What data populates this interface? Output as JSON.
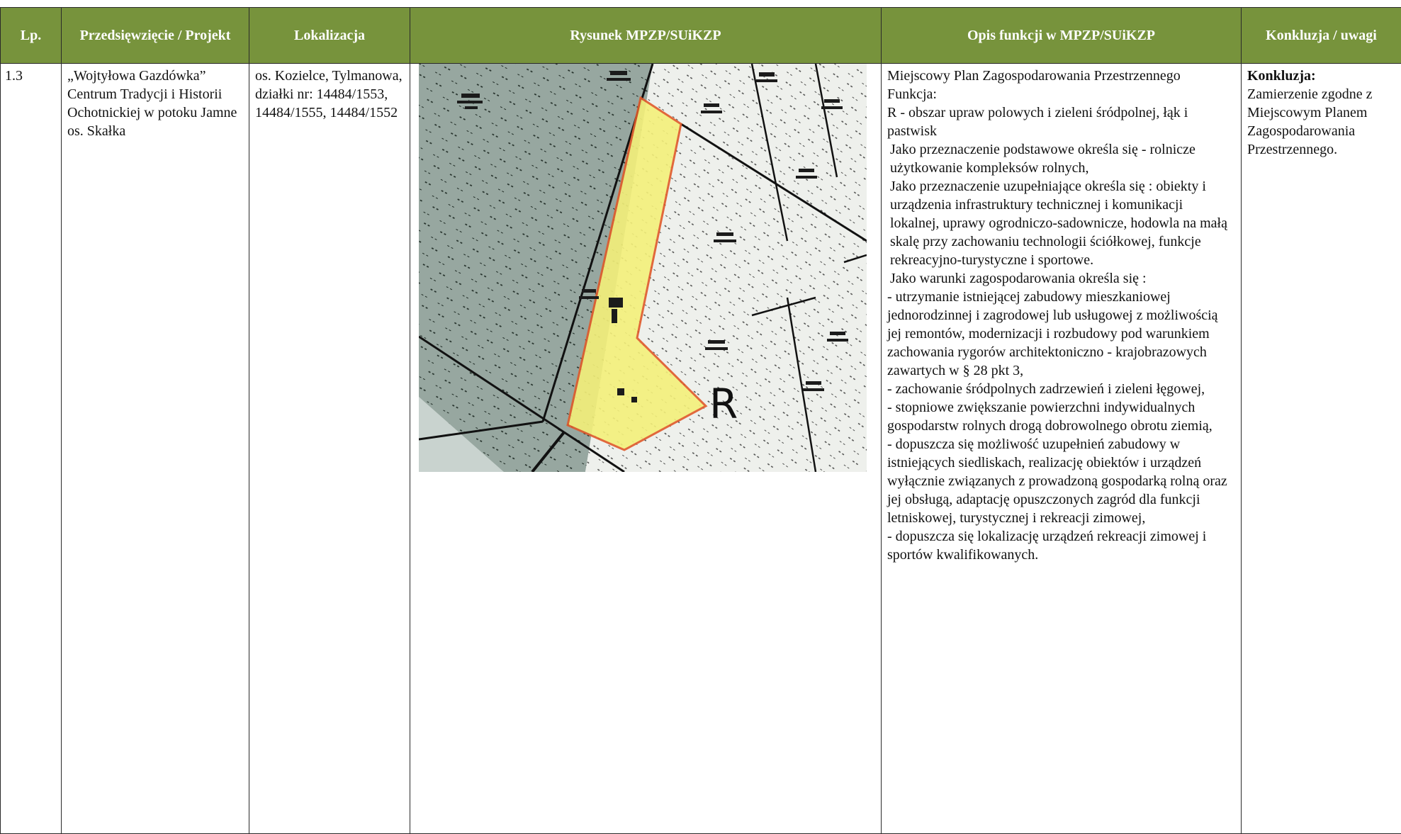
{
  "header": {
    "lp": "Lp.",
    "project": "Przedsięwzięcie / Projekt",
    "location": "Lokalizacja",
    "drawing": "Rysunek MPZP/SUiKZP",
    "description": "Opis funkcji w MPZP/SUiKZP",
    "conclusion": "Konkluzja / uwagi"
  },
  "row": {
    "lp": "1.3",
    "project": "„Wojtyłowa Gazdówka” Centrum Tradycji i Historii Ochotnickiej w potoku Jamne os. Skałka",
    "location": "os. Kozielce, Tylmanowa, działki nr: 14484/1553, 14484/1555, 14484/1552",
    "map_symbol": "R",
    "description": [
      "Miejscowy Plan Zagospodarowania Przestrzennego",
      "Funkcja:",
      "R - obszar upraw polowych i zieleni śródpolnej, łąk i pastwisk",
      " Jako przeznaczenie podstawowe określa się  - rolnicze użytkowanie kompleksów rolnych,",
      " Jako przeznaczenie uzupełniające określa się : obiekty i urządzenia infrastruktury technicznej i komunikacji lokalnej, uprawy ogrodniczo-sadownicze, hodowla na małą skalę przy zachowaniu technologii ściółkowej, funkcje rekreacyjno-turystyczne i sportowe.",
      " Jako warunki zagospodarowania określa się :",
      "- utrzymanie istniejącej zabudowy mieszkaniowej jednorodzinnej i zagrodowej lub  usługowej  z możliwością jej remontów, modernizacji i rozbudowy pod warunkiem zachowania rygorów architektoniczno - krajobrazowych zawartych w § 28 pkt 3,",
      "- zachowanie śródpolnych zadrzewień i zieleni łęgowej,",
      "- stopniowe zwiększanie powierzchni indywidualnych gospodarstw rolnych drogą dobrowolnego obrotu ziemią,",
      "- dopuszcza się możliwość uzupełnień zabudowy w istniejących siedliskach, realizację obiektów i urządzeń wyłącznie związanych z prowadzoną gospodarką rolną oraz jej obsługą, adaptację opuszczonych zagród dla funkcji letniskowej, turystycznej i rekreacji zimowej,",
      "- dopuszcza się lokalizację urządzeń rekreacji zimowej i sportów kwalifikowanych."
    ],
    "conclusion_label": "Konkluzja:",
    "conclusion_lines": [
      "Zamierzenie zgodne z",
      "Miejscowym Planem",
      "Zagospodarowania",
      "Przestrzennego."
    ]
  },
  "colors": {
    "header_bg": "#77933c",
    "header_text": "#ffffff",
    "highlight_fill": "#f4f07a",
    "highlight_stroke": "#e05a2a"
  }
}
